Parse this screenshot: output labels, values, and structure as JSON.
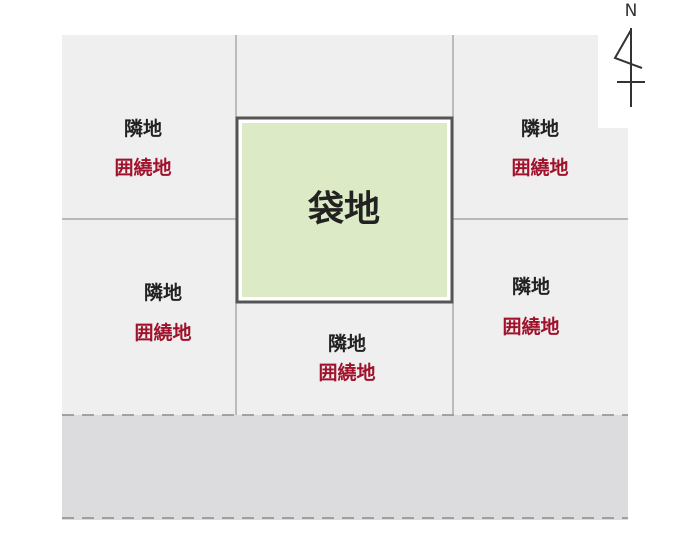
{
  "north_label": "N",
  "target_lot": {
    "label": "袋地",
    "fill_color": "#dcebc6"
  },
  "neighbor_lots": [
    {
      "label": "隣地",
      "sublabel": "囲繞地"
    },
    {
      "label": "隣地",
      "sublabel": "囲繞地"
    },
    {
      "label": "隣地",
      "sublabel": "囲繞地"
    },
    {
      "label": "隣地",
      "sublabel": "囲繞地"
    },
    {
      "label": "隣地",
      "sublabel": "囲繞地"
    }
  ],
  "colors": {
    "land": "#efeff0",
    "road": "#dcdcde",
    "sublabel": "#a0122b",
    "lines": "#8c8c8c"
  }
}
